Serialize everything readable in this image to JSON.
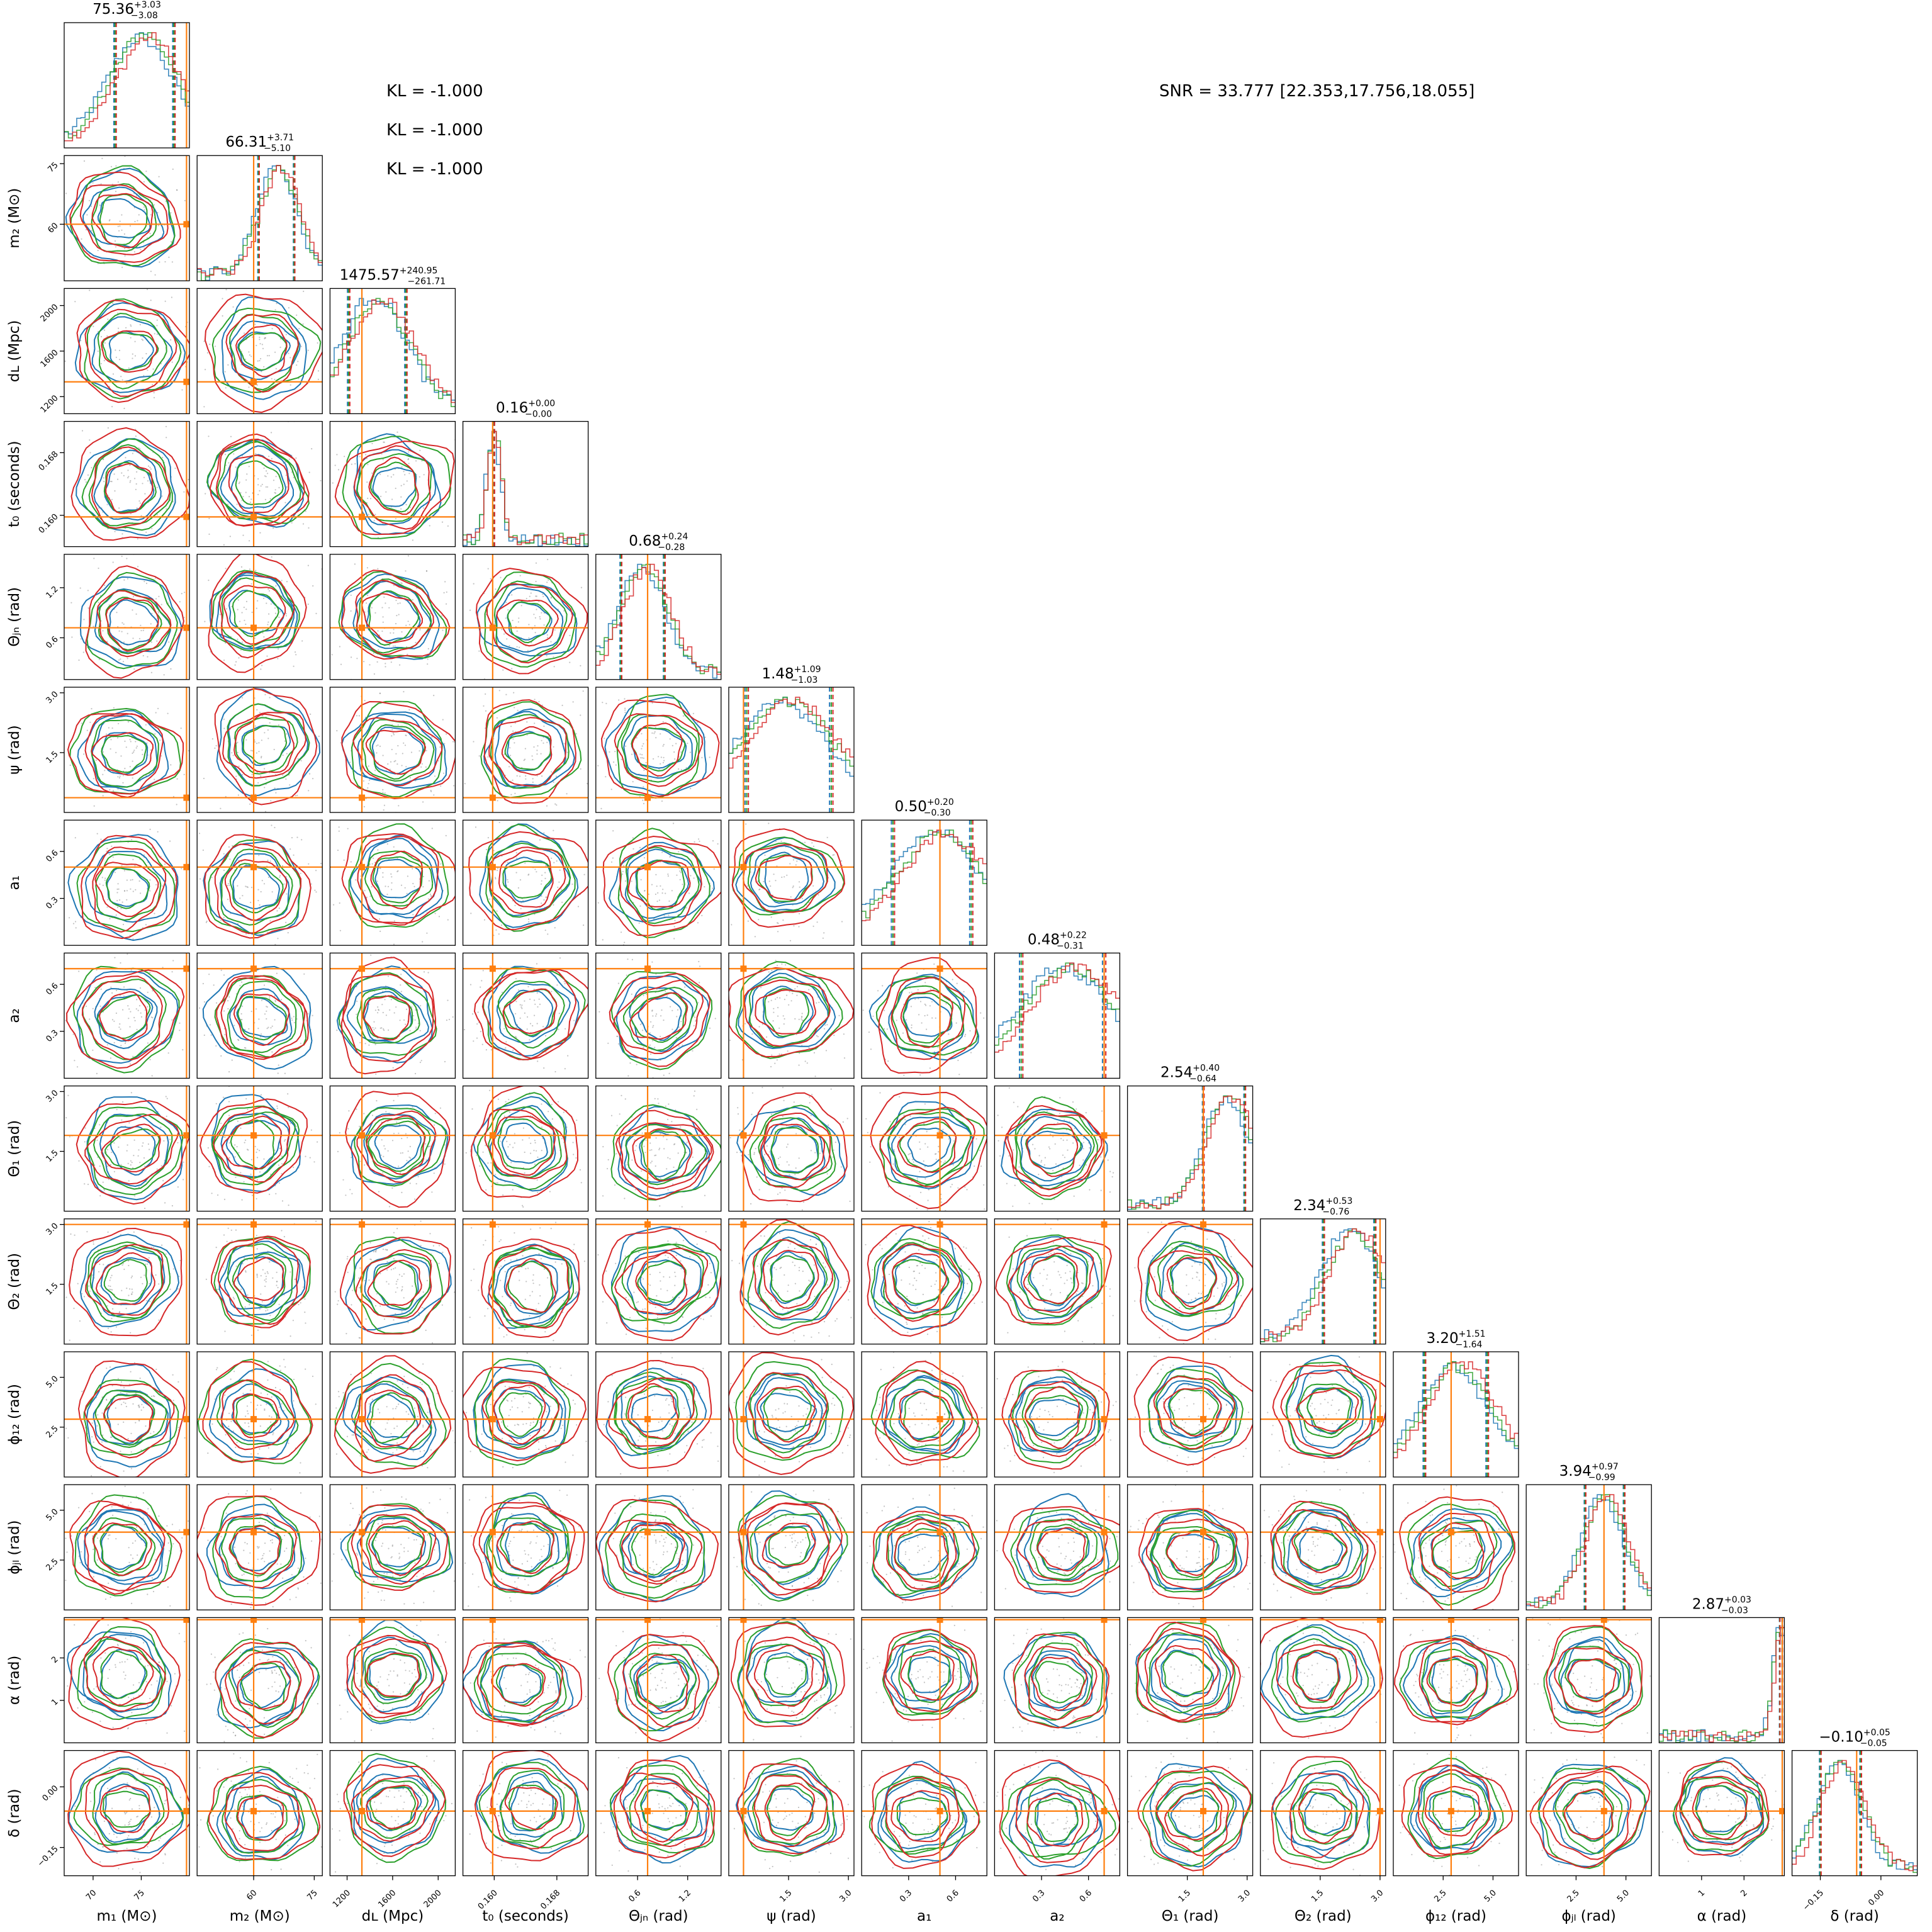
{
  "chart_data": {
    "type": "scatter",
    "plot_kind": "corner",
    "parameters": [
      {
        "label": "m₁ (M⊙)",
        "range": [
          67,
          80
        ],
        "ticks": [
          70,
          75
        ],
        "title_value": "75.36",
        "err_plus": "+3.03",
        "err_minus": "−3.08",
        "truth": 79.7
      },
      {
        "label": "m₂ (M⊙)",
        "range": [
          46,
          77
        ],
        "ticks": [
          60,
          75
        ],
        "title_value": "66.31",
        "err_plus": "+3.71",
        "err_minus": "−5.10",
        "truth": 60
      },
      {
        "label": "dʟ (Mpc)",
        "range": [
          1050,
          2150
        ],
        "ticks": [
          1200,
          1600,
          2000
        ],
        "title_value": "1475.57",
        "err_plus": "+240.95",
        "err_minus": "−261.71",
        "truth": 1330
      },
      {
        "label": "t₀ (seconds)",
        "range": [
          0.156,
          0.172
        ],
        "ticks": [
          0.16,
          0.168
        ],
        "title_value": "0.16",
        "err_plus": "+0.00",
        "err_minus": "−0.00",
        "truth": 0.1598
      },
      {
        "label": "Θⱼₙ (rad)",
        "range": [
          0.1,
          1.6
        ],
        "ticks": [
          0.6,
          1.2
        ],
        "title_value": "0.68",
        "err_plus": "+0.24",
        "err_minus": "−0.28",
        "truth": 0.72
      },
      {
        "label": "ψ (rad)",
        "range": [
          0,
          3.14
        ],
        "ticks": [
          1.5,
          3.0
        ],
        "title_value": "1.48",
        "err_plus": "+1.09",
        "err_minus": "−1.03",
        "truth": 0.37
      },
      {
        "label": "a₁",
        "range": [
          0,
          0.8
        ],
        "ticks": [
          0.3,
          0.6
        ],
        "title_value": "0.50",
        "err_plus": "+0.20",
        "err_minus": "−0.30",
        "truth": 0.5
      },
      {
        "label": "a₂",
        "range": [
          0,
          0.8
        ],
        "ticks": [
          0.3,
          0.6
        ],
        "title_value": "0.48",
        "err_plus": "+0.22",
        "err_minus": "−0.31",
        "truth": 0.7
      },
      {
        "label": "Θ₁ (rad)",
        "range": [
          0,
          3.14
        ],
        "ticks": [
          1.5,
          3.0
        ],
        "title_value": "2.54",
        "err_plus": "+0.40",
        "err_minus": "−0.64",
        "truth": 1.9
      },
      {
        "label": "Θ₂ (rad)",
        "range": [
          0,
          3.14
        ],
        "ticks": [
          1.5,
          3.0
        ],
        "title_value": "2.34",
        "err_plus": "+0.53",
        "err_minus": "−0.76",
        "truth": 3.0
      },
      {
        "label": "ϕ₁₂ (rad)",
        "range": [
          0,
          6.28
        ],
        "ticks": [
          2.5,
          5.0
        ],
        "title_value": "3.20",
        "err_plus": "+1.51",
        "err_minus": "−1.64",
        "truth": 2.9
      },
      {
        "label": "ϕⱼₗ (rad)",
        "range": [
          0,
          6.28
        ],
        "ticks": [
          2.5,
          5.0
        ],
        "title_value": "3.94",
        "err_plus": "+0.97",
        "err_minus": "−0.99",
        "truth": 3.9
      },
      {
        "label": "α (rad)",
        "range": [
          0,
          2.95
        ],
        "ticks": [
          1,
          2
        ],
        "title_value": "2.87",
        "err_plus": "+0.03",
        "err_minus": "−0.03",
        "truth": 2.9
      },
      {
        "label": "δ (rad)",
        "range": [
          -0.22,
          0.09
        ],
        "ticks": [
          -0.15,
          0.0
        ],
        "title_value": "−0.10",
        "err_plus": "+0.05",
        "err_minus": "−0.05",
        "truth": -0.06
      }
    ],
    "tick_labels": {
      "m1": [
        "70",
        "75"
      ],
      "m2": [
        "60",
        "75"
      ],
      "dl": [
        "1200",
        "1600",
        "2000"
      ],
      "t0": [
        "0.160",
        "0.168"
      ],
      "thetajn": [
        "0.6",
        "1.2"
      ],
      "psi": [
        "1.5",
        "3.0"
      ],
      "a": [
        "0.3",
        "0.6"
      ],
      "theta": [
        "1.5",
        "3.0"
      ],
      "phi": [
        "2.5",
        "5.0"
      ],
      "alpha": [
        "1",
        "2"
      ],
      "delta": [
        "−0.15",
        "0.00"
      ]
    },
    "series": [
      {
        "name": "",
        "color": "#1f77b4"
      },
      {
        "name": "",
        "color": "#2ca02c"
      },
      {
        "name": "",
        "color": "#d62728"
      }
    ],
    "truth_color": "#ff7f0e",
    "grid": false
  },
  "annotations": {
    "kl_lines": [
      "KL = -1.000",
      "KL = -1.000",
      "KL = -1.000"
    ],
    "snr": "SNR = 33.777 [22.353,17.756,18.055]"
  }
}
